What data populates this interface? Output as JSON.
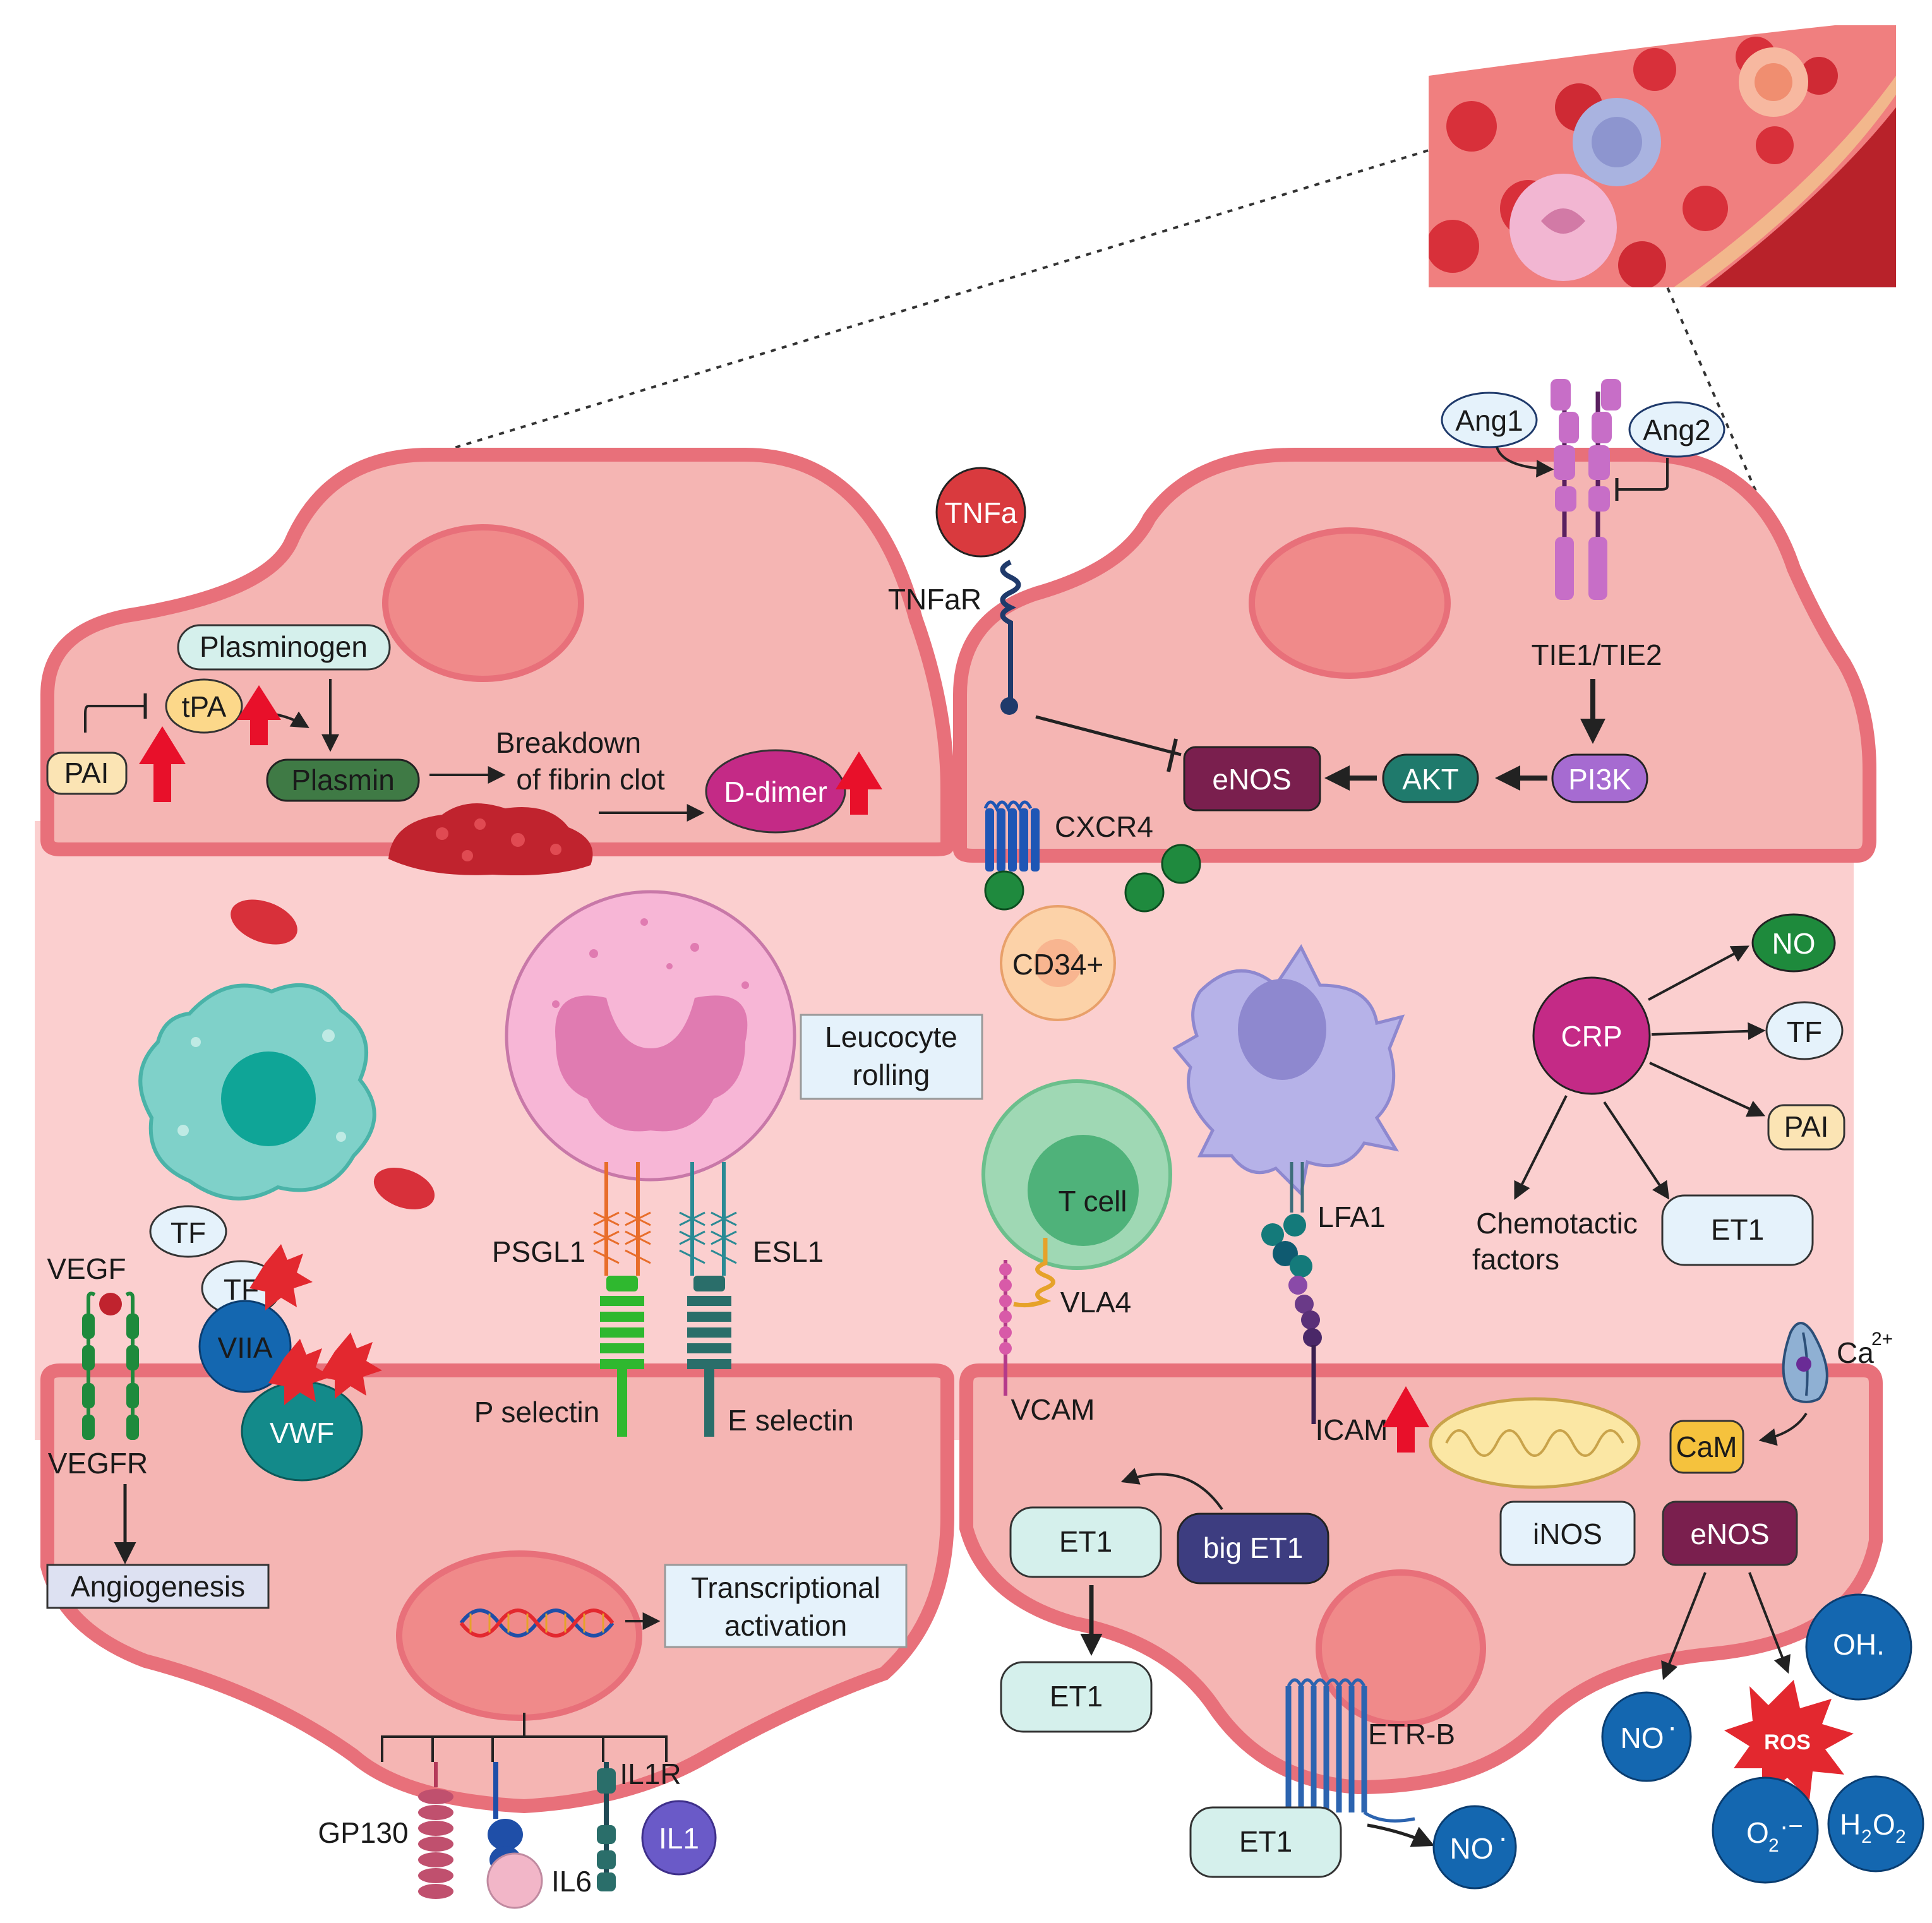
{
  "colors": {
    "cell_fill": "#f5b5b3",
    "cell_border": "#e8707a",
    "nucleus": "#f08a8a",
    "lumen": "#fbcfcf",
    "vessel_inner": "#e86c6c",
    "dark_red": "#c0282e",
    "arrow_red": "#e8102a",
    "enos_dark": "#7a1f4e",
    "akt_teal": "#1f7a6c",
    "pi3k_purple": "#a66bd1",
    "crp_magenta": "#c42a86",
    "no_green": "#1e8a3c",
    "blue_circle": "#1467b0",
    "light_blue_box": "#e5f2fb",
    "light_teal_box": "#d5f0ec",
    "lavender_box": "#dde1f2",
    "cream": "#fbe4b4"
  },
  "top_left_cell": {
    "plasminogen": "Plasminogen",
    "tpa": "tPA",
    "pai": "PAI",
    "plasmin": "Plasmin",
    "breakdown_line1": "Breakdown",
    "breakdown_line2": "of fibrin clot",
    "ddimer": "D-dimer"
  },
  "top_right_cell": {
    "tnfa": "TNFa",
    "tnfar": "TNFaR",
    "ang1": "Ang1",
    "ang2": "Ang2",
    "tie": "TIE1/TIE2",
    "pi3k": "PI3K",
    "akt": "AKT",
    "enos": "eNOS"
  },
  "lumen": {
    "cxcr4": "CXCR4",
    "cd34": "CD34+",
    "leucocyte_line1": "Leucocyte",
    "leucocyte_line2": "rolling",
    "psgl1": "PSGL1",
    "esl1": "ESL1",
    "tcell": "T cell",
    "vla4": "VLA4",
    "lfa1": "LFA1",
    "crp": "CRP",
    "no": "NO",
    "tf": "TF",
    "pai": "PAI",
    "chemotactic_line1": "Chemotactic",
    "chemotactic_line2": "factors",
    "et1": "ET1",
    "ca": "Ca",
    "ca_sup": "2+",
    "vegf": "VEGF",
    "tf_left": "TF",
    "tf_left2": "TF",
    "viia": "VIIA",
    "vwf": "VWF"
  },
  "bottom_left_cell": {
    "vegfr": "VEGFR",
    "angiogenesis": "Angiogenesis",
    "p_selectin": "P selectin",
    "e_selectin": "E selectin",
    "transcriptional_line1": "Transcriptional",
    "transcriptional_line2": "activation",
    "gp130": "GP130",
    "il6": "IL6",
    "il1r": "IL1R",
    "il1": "IL1"
  },
  "bottom_right_cell": {
    "vcam": "VCAM",
    "icam": "ICAM",
    "cam": "CaM",
    "enos": "eNOS",
    "inos": "iNOS",
    "big_et1": "big ET1",
    "et1_a": "ET1",
    "et1_b": "ET1",
    "etrb": "ETR-B",
    "et1_c": "ET1",
    "no_a": "NO",
    "no_b": "NO",
    "no_dot": "·",
    "oh": "OH.",
    "ros": "ROS",
    "o2_main": "O",
    "o2_sub": "2",
    "o2_sup": "·−",
    "h2o2_h": "H",
    "h2o2_2a": "2",
    "h2o2_o": "O",
    "h2o2_2b": "2"
  }
}
